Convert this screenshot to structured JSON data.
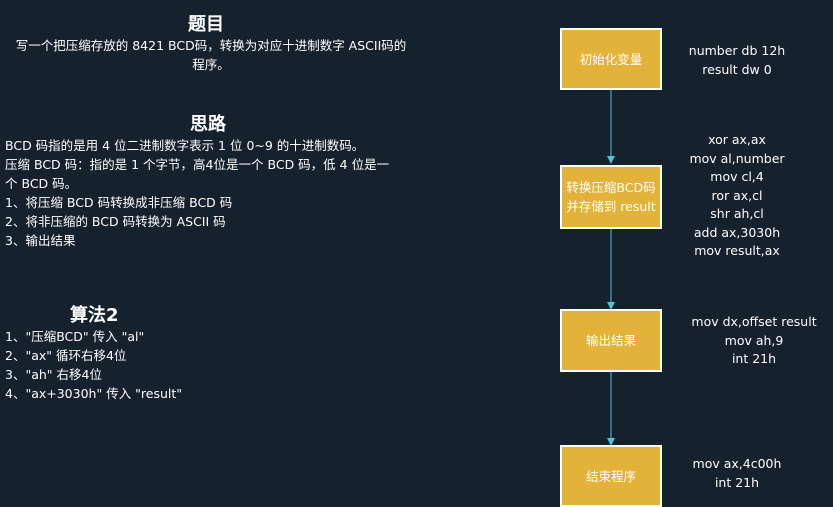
{
  "problem": {
    "title": "题目",
    "lines": [
      "写一个把压缩存放的 8421 BCD码，转换为对应十进制数字 ASCII码的",
      "程序。"
    ]
  },
  "approach": {
    "title": "思路",
    "lines": [
      "BCD 码指的是用 4 位二进制数字表示 1 位 0~9 的十进制数码。",
      "压缩 BCD 码：指的是 1 个字节，高4位是一个 BCD 码，低 4 位是一",
      "个 BCD 码。",
      "1、将压缩 BCD 码转换成非压缩 BCD 码",
      "2、将非压缩的 BCD 码转换为 ASCII 码",
      "3、输出结果"
    ]
  },
  "algorithm": {
    "title": "算法2",
    "lines": [
      "1、\"压缩BCD\" 传入 \"al\"",
      "2、\"ax\" 循环右移4位",
      "3、\"ah\" 右移4位",
      "4、\"ax+3030h\" 传入 \"result\""
    ]
  },
  "flowchart": {
    "colors": {
      "box_fill": "#e3b239",
      "box_border": "#ffffff",
      "arrow": "#4fc3d9"
    },
    "steps": [
      {
        "lines": [
          "初始化变量"
        ],
        "code": [
          "number db 12h",
          "result dw 0"
        ]
      },
      {
        "lines": [
          "转换压缩BCD码",
          "并存储到 result"
        ],
        "code": [
          "xor ax,ax",
          "mov al,number",
          "mov cl,4",
          "ror ax,cl",
          "shr ah,cl",
          "add ax,3030h",
          "mov result,ax"
        ]
      },
      {
        "lines": [
          "输出结果"
        ],
        "code": [
          "mov dx,offset result",
          "mov ah,9",
          "int 21h"
        ]
      },
      {
        "lines": [
          "结束程序"
        ],
        "code": [
          "mov ax,4c00h",
          "int 21h"
        ]
      }
    ]
  }
}
